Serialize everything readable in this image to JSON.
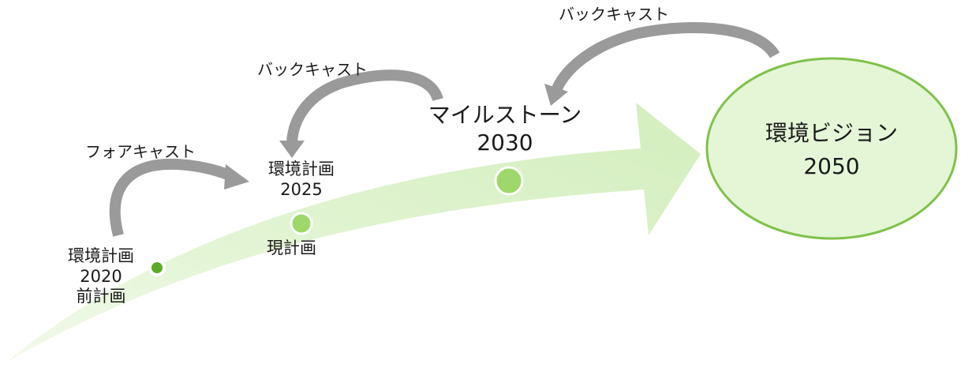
{
  "colors": {
    "arrow_fill": "#ddf2cc",
    "arrow_fill_light": "#f1f9ea",
    "marker_fill": "#9ed86a",
    "marker_stroke": "#ffffff",
    "small_marker_fill": "#5ea92a",
    "vision_fill": "#e4f6d6",
    "vision_stroke": "#7fc24a",
    "curve_arrow": "#9a9a9a",
    "text": "#1a1a1a"
  },
  "curved_arrows": [
    {
      "id": "forecast",
      "label": "フォアキャスト",
      "direction": "forward"
    },
    {
      "id": "backcast-2025",
      "label": "バックキャスト",
      "direction": "backward"
    },
    {
      "id": "backcast-2030",
      "label": "バックキャスト",
      "direction": "backward"
    }
  ],
  "milestones": [
    {
      "id": "plan-2020",
      "line1": "環境計画",
      "line2": "2020",
      "line3": "前計画"
    },
    {
      "id": "plan-2025",
      "line1": "環境計画",
      "line2": "2025",
      "line3": "現計画"
    },
    {
      "id": "milestone-2030",
      "line1": "マイルストーン",
      "line2": "2030"
    }
  ],
  "vision": {
    "line1": "環境ビジョン",
    "line2": "2050"
  }
}
